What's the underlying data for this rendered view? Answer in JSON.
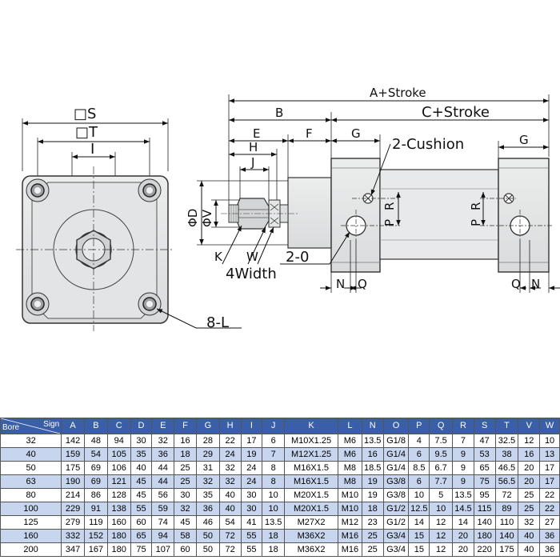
{
  "labels": {
    "s": "□S",
    "t": "□T",
    "i": "I",
    "l8": "8-L",
    "a_stroke": "A+Stroke",
    "b": "B",
    "c_stroke": "C+Stroke",
    "e": "E",
    "f": "F",
    "g_left": "G",
    "g_right": "G",
    "h": "H",
    "j": "J",
    "phi_d": "ΦD",
    "phi_v": "ΦV",
    "cushion": "2-Cushion",
    "p_left": "P",
    "r_left": "R",
    "p_right": "P",
    "r_right": "R",
    "k": "K",
    "w": "W",
    "width4": "4Width",
    "o2": "2-0",
    "n_left": "N",
    "q_left": "Q",
    "q_right": "Q",
    "n_right": "N"
  },
  "table": {
    "corner_top": "Sign",
    "corner_bottom": "Bore",
    "headers": [
      "A",
      "B",
      "C",
      "D",
      "E",
      "F",
      "G",
      "H",
      "I",
      "J",
      "K",
      "L",
      "N",
      "O",
      "P",
      "Q",
      "R",
      "S",
      "T",
      "V",
      "W"
    ],
    "rows": [
      {
        "bore": "32",
        "cells": [
          "142",
          "48",
          "94",
          "30",
          "32",
          "16",
          "28",
          "22",
          "17",
          "6",
          "M10X1.25",
          "M6",
          "13.5",
          "G1/8",
          "4",
          "7.5",
          "7",
          "47",
          "32.5",
          "12",
          "10"
        ]
      },
      {
        "bore": "40",
        "cells": [
          "159",
          "54",
          "105",
          "35",
          "36",
          "18",
          "29",
          "24",
          "19",
          "7",
          "M12X1.25",
          "M6",
          "16",
          "G1/4",
          "6",
          "9.5",
          "9",
          "53",
          "38",
          "16",
          "13"
        ]
      },
      {
        "bore": "50",
        "cells": [
          "175",
          "69",
          "106",
          "40",
          "44",
          "25",
          "31",
          "32",
          "24",
          "8",
          "M16X1.5",
          "M8",
          "18.5",
          "G1/4",
          "8.5",
          "6.7",
          "9",
          "65",
          "46.5",
          "20",
          "17"
        ]
      },
      {
        "bore": "63",
        "cells": [
          "190",
          "69",
          "121",
          "45",
          "44",
          "25",
          "32",
          "32",
          "24",
          "8",
          "M16X1.5",
          "M8",
          "19",
          "G3/8",
          "6",
          "7.7",
          "9",
          "75",
          "56.5",
          "20",
          "17"
        ]
      },
      {
        "bore": "80",
        "cells": [
          "214",
          "86",
          "128",
          "45",
          "56",
          "30",
          "35",
          "40",
          "30",
          "10",
          "M20X1.5",
          "M10",
          "19",
          "G3/8",
          "10",
          "5",
          "13.5",
          "95",
          "72",
          "25",
          "22"
        ]
      },
      {
        "bore": "100",
        "cells": [
          "229",
          "91",
          "138",
          "55",
          "59",
          "32",
          "36",
          "40",
          "30",
          "10",
          "M20X1.5",
          "M10",
          "18",
          "G1/2",
          "12.5",
          "10",
          "14.5",
          "115",
          "89",
          "25",
          "22"
        ]
      },
      {
        "bore": "125",
        "cells": [
          "279",
          "119",
          "160",
          "60",
          "74",
          "45",
          "46",
          "54",
          "41",
          "13.5",
          "M27X2",
          "M12",
          "23",
          "G1/2",
          "14",
          "12",
          "14",
          "140",
          "110",
          "32",
          "27"
        ]
      },
      {
        "bore": "160",
        "cells": [
          "332",
          "152",
          "180",
          "65",
          "94",
          "58",
          "50",
          "72",
          "55",
          "18",
          "M36X2",
          "M16",
          "25",
          "G3/4",
          "15",
          "12",
          "20",
          "180",
          "140",
          "40",
          "36"
        ]
      },
      {
        "bore": "200",
        "cells": [
          "347",
          "167",
          "180",
          "75",
          "107",
          "60",
          "50",
          "72",
          "55",
          "18",
          "M36X2",
          "M16",
          "25",
          "G3/4",
          "15",
          "12",
          "20",
          "220",
          "175",
          "40",
          "36"
        ]
      }
    ]
  }
}
